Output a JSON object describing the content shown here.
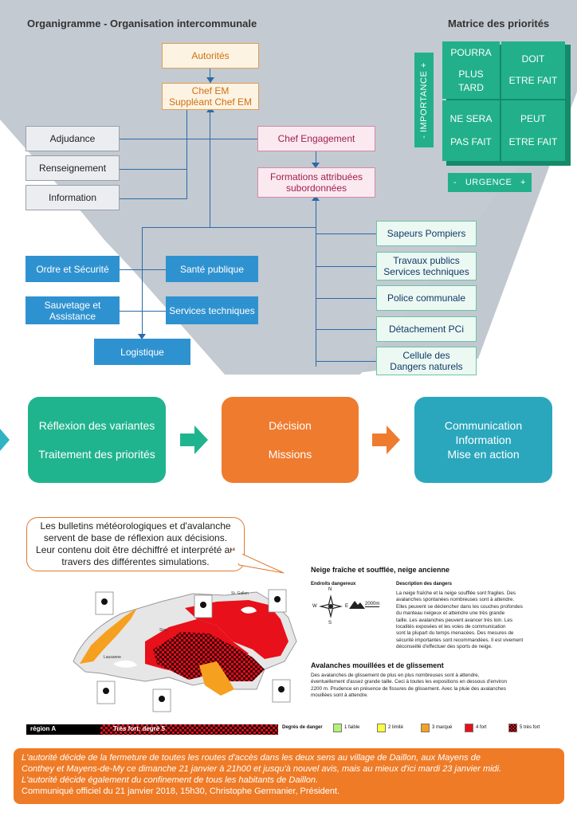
{
  "org": {
    "title": "Organigramme - Organisation intercommunale",
    "autorites": "Autorités",
    "chef_em_1": "Chef EM",
    "chef_em_2": "Suppléant Chef EM",
    "adjudance": "Adjudance",
    "renseignement": "Renseignement",
    "information": "Information",
    "chef_engagement": "Chef Engagement",
    "formations_1": "Formations attribuées",
    "formations_2": "subordonnées",
    "ordre": "Ordre et Sécurité",
    "sante": "Santé publique",
    "sauvetage_1": "Sauvetage et",
    "sauvetage_2": "Assistance",
    "services_tech": "Services techniques",
    "logistique": "Logistique",
    "sapeurs": "Sapeurs Pompiers",
    "travaux_1": "Travaux publics",
    "travaux_2": "Services techniques",
    "police": "Police communale",
    "pci": "Détachement PCi",
    "cellule_1": "Cellule des",
    "cellule_2": "Dangers naturels"
  },
  "matrix": {
    "title": "Matrice des priorités",
    "q1_a": "POURRA",
    "q1_b": "PLUS",
    "q1_c": "TARD",
    "q2_a": "DOIT",
    "q2_b": "ETRE FAIT",
    "q3_a": "NE SERA",
    "q3_b": "PAS FAIT",
    "q4_a": "PEUT",
    "q4_b": "ETRE FAIT",
    "importance": "-   IMPORTANCE   +",
    "urgence": "-   URGENCE   +"
  },
  "process": {
    "step1_a": "Réflexion des variantes",
    "step1_b": "Traitement des priorités",
    "step2_a": "Décision",
    "step2_b": "Missions",
    "step3_a": "Communication",
    "step3_b": "Information",
    "step3_c": "Mise en action"
  },
  "callout": {
    "line1": "Les bulletins météorologiques et d'avalanche",
    "line2": "servent de base de réflexion aux décisions.",
    "line3": "Leur contenu doit être déchiffré et interprété au",
    "line4": "travers des différentes simulations."
  },
  "bulletin": {
    "heading1": "Neige fraîche et soufflée, neige ancienne",
    "endroits": "Endroits dangereux",
    "desc_title": "Description des dangers",
    "altitude": "2000m",
    "compass_n": "N",
    "compass_s": "S",
    "compass_e": "E",
    "compass_w": "W",
    "desc_1": "La neige fraîche et la neige soufflée sont fragiles. Des",
    "desc_2": "avalanches spontanées nombreuses sont à attendre.",
    "desc_3": "Elles peuvent se déclencher dans les couches profondes",
    "desc_4": "du manteau neigeux et atteindre une très grande",
    "desc_5": "taille. Les avalanches peuvent avancer très loin. Les",
    "desc_6": "localités exposées et les voies de communication",
    "desc_7": "sont la plupart du temps menacées. Des mesures de",
    "desc_8": "sécurité importantes sont recommandées. Il est vivement",
    "desc_9": "déconseillé d'effectuer des sports de neige.",
    "heading2": "Avalanches mouillées et de glissement",
    "wet_1": "Des avalanches de glissement de plus en plus nombreuses sont à attendre,",
    "wet_2": "éventuellement d'assez grande taille. Ceci à toutes les expositions en dessous d'environ",
    "wet_3": "2200 m. Prudence en présence de fissures de glissement. Avec la pluie des avalanches",
    "wet_4": "mouillées sont à attendre.",
    "region": "région A",
    "region_level": "Très fort, degré 5",
    "legend_title": "Degrés de danger",
    "legend": [
      {
        "label": "1 faible",
        "color": "#b6f07a"
      },
      {
        "label": "2 limité",
        "color": "#ffff40"
      },
      {
        "label": "3 marqué",
        "color": "#f6a020"
      },
      {
        "label": "4 fort",
        "color": "#e8101a"
      },
      {
        "label": "5 très fort",
        "color": "#b00010"
      }
    ],
    "city_lausanne": "Lausanne",
    "city_sion": "Sion",
    "city_stgallen": "St. Gallen"
  },
  "message": {
    "line1": "L'autorité décide de la fermeture de toutes les routes d'accès dans les deux sens au village de Daillon, aux Mayens de",
    "line2": "Conthey et Mayens-de-My ce dimanche 21 janvier à 21h00 et jusqu'à nouvel avis, mais au mieux d'ici mardi 23 janvier midi.",
    "line3": "L'autorité décide également du confinement de tous les habitants de Daillon.",
    "line4": "Communiqué officiel du 21 janvier 2018, 15h30, Christophe Germanier, Président."
  }
}
